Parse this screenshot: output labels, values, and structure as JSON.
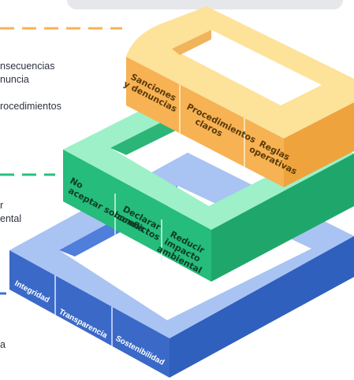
{
  "left_notes": {
    "top_line1": "nsecuencias",
    "top_line2": "nuncia",
    "top_line3": "rocedimientos",
    "mid_line1": "r",
    "mid_line2": "ental",
    "bottom_line1": "a"
  },
  "layers": {
    "top": {
      "color_front": "#f7b254",
      "color_top": "#fde29a",
      "labels": [
        "Sanciones y denuncias",
        "Procedimientos claros",
        "Reglas operativas"
      ]
    },
    "middle": {
      "color_front": "#27c17e",
      "color_top": "#9df0c7",
      "labels": [
        "No aceptar sobornos",
        "Declarar conflictos",
        "Reducir impacto ambiental"
      ]
    },
    "bottom": {
      "color_front": "#3e6fcf",
      "color_top": "#a9c4f3",
      "labels": [
        "Integridad",
        "Transparencia",
        "Sostenibilidad"
      ]
    }
  },
  "accent_colors": {
    "orange_dash": "#f7b254",
    "green_dash": "#27c17e",
    "blue_dash": "#3e6fcf"
  }
}
